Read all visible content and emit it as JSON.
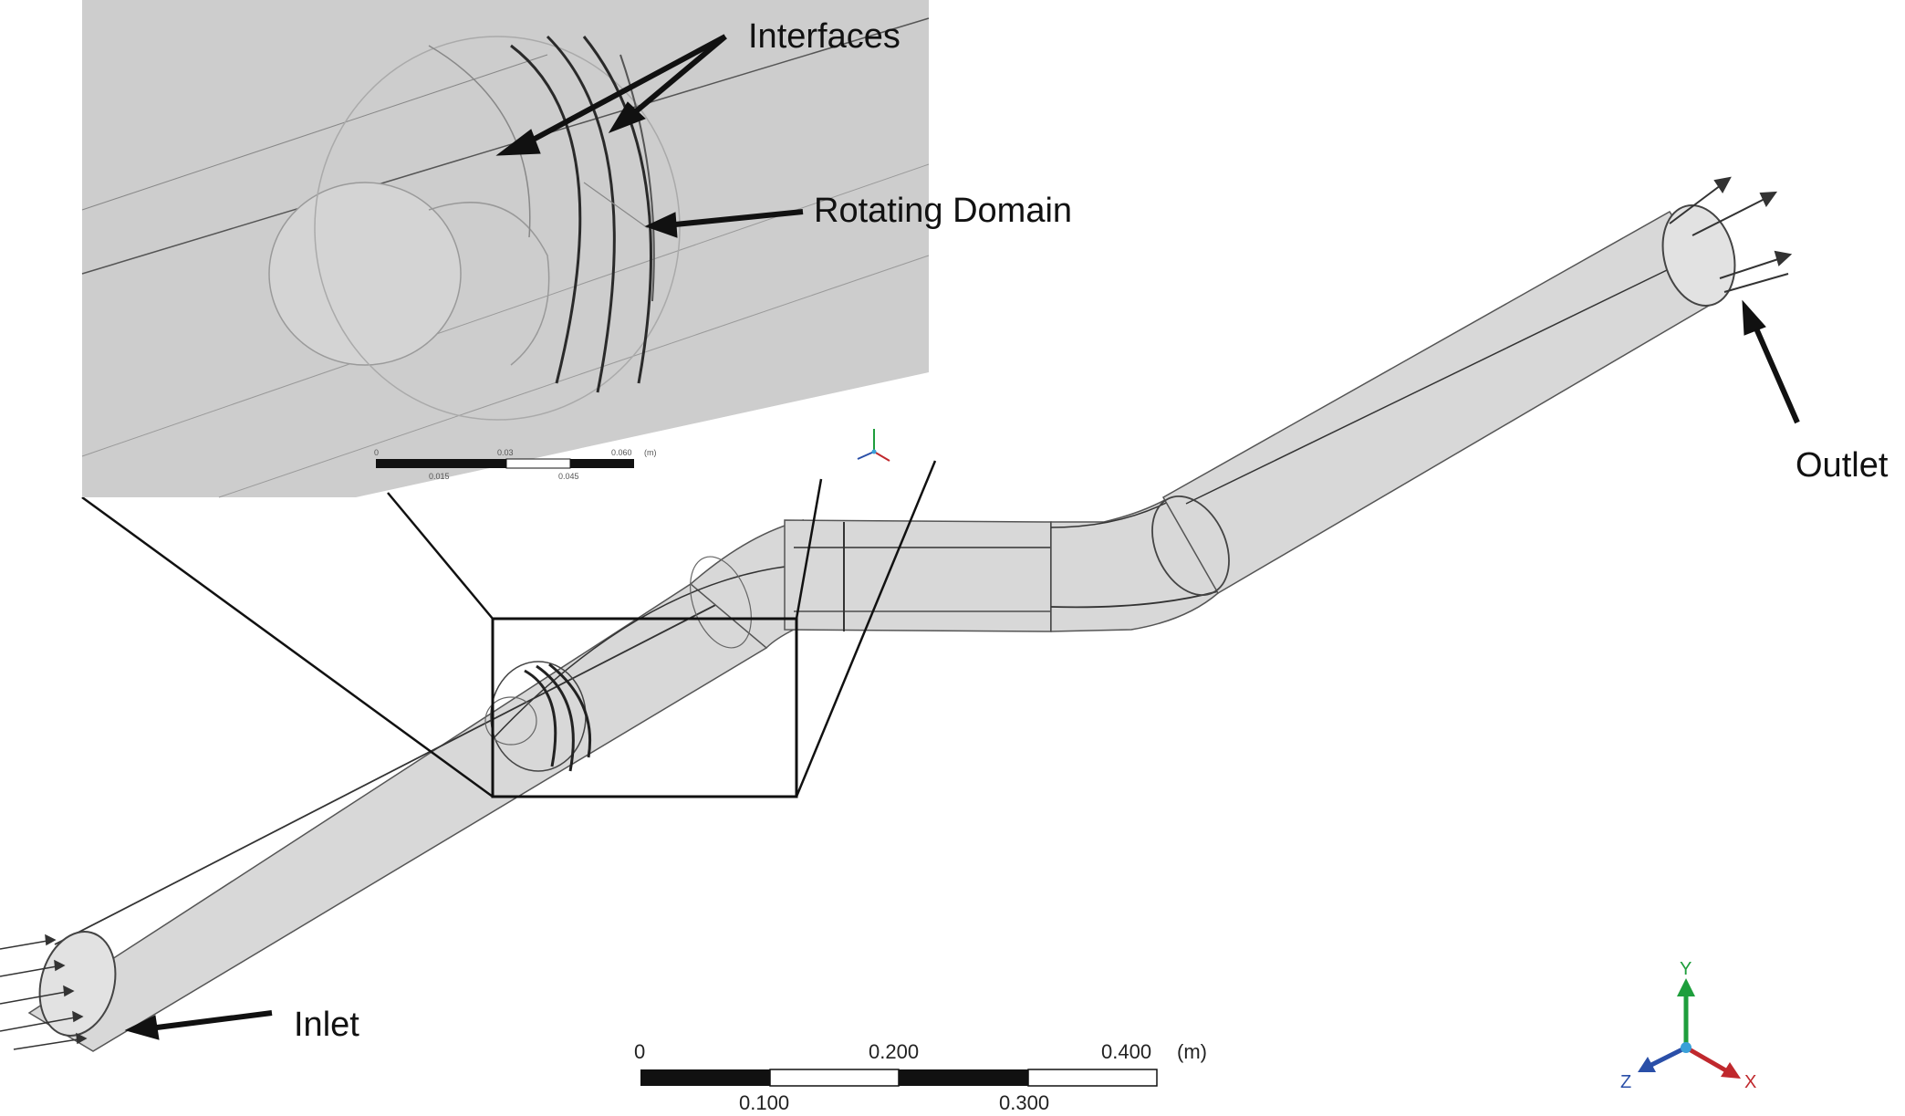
{
  "labels": {
    "interfaces": "Interfaces",
    "rotating_domain": "Rotating Domain",
    "outlet": "Outlet",
    "inlet": "Inlet"
  },
  "scale_bar_main": {
    "tick_0": "0",
    "tick_200": "0.200",
    "tick_400": "0.400",
    "unit": "(m)",
    "tick_100": "0.100",
    "tick_300": "0.300"
  },
  "scale_bar_inset": {
    "tick_0": "0",
    "tick_03": "0.03",
    "tick_06": "0.060",
    "unit": "(m)",
    "tick_015": "0.015",
    "tick_045": "0.045"
  },
  "triad": {
    "x": "X",
    "y": "Y",
    "z": "Z"
  },
  "colors": {
    "pipe_fill": "#d6d6d6",
    "inset_bg": "#cdcdcd",
    "edge": "#333333",
    "axis_x": "#c0282d",
    "axis_y": "#1e9e3c",
    "axis_z": "#2a4fa8"
  }
}
